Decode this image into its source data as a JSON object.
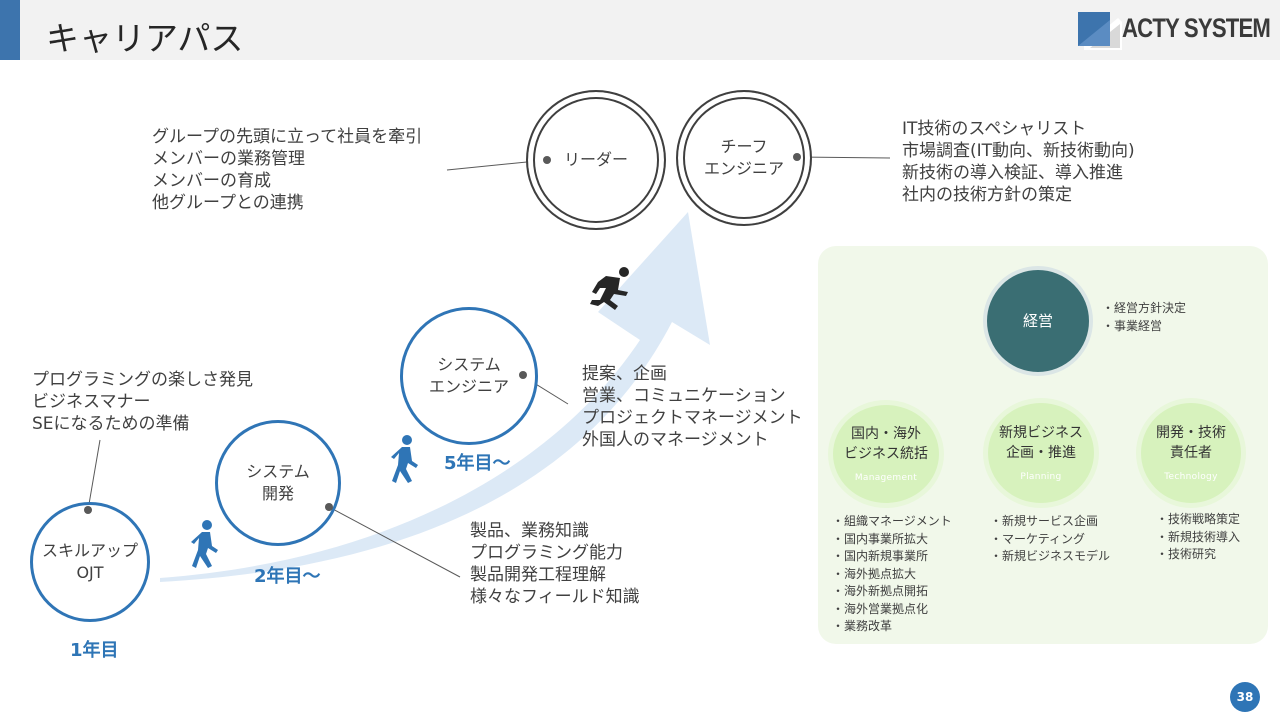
{
  "header": {
    "title": "キャリアパス",
    "logo_text": "ACTY SYSTEM"
  },
  "steps": [
    {
      "label_lines": [
        "スキルアップ",
        "OJT"
      ],
      "year": "1年目",
      "icon": "none"
    },
    {
      "label_lines": [
        "システム",
        "開発"
      ],
      "year": "2年目～",
      "icon": "walking-person-icon"
    },
    {
      "label_lines": [
        "システム",
        "エンジニア"
      ],
      "year": "5年目～",
      "icon": "walking-person-icon"
    }
  ],
  "notes": {
    "skillup": [
      "プログラミングの楽しさ発見",
      "ビジネスマナー",
      "SEになるための準備"
    ],
    "dev": [
      "製品、業務知識",
      "プログラミング能力",
      "製品開発工程理解",
      "様々なフィールド知識"
    ],
    "se": [
      "提案、企画",
      "営業、コミュニケーション",
      "プロジェクトマネージメント",
      "外国人のマネージメント"
    ],
    "leader": [
      "グループの先頭に立って社員を牽引",
      "メンバーの業務管理",
      "メンバーの育成",
      "他グループとの連携"
    ],
    "chief": [
      "IT技術のスペシャリスト",
      "市場調査(IT動向、新技術動向)",
      "新技術の導入検証、導入推進",
      "社内の技術方針の策定"
    ]
  },
  "top_roles": {
    "leader": "リーダー",
    "chief_lines": [
      "チーフ",
      "エンジニア"
    ]
  },
  "management": {
    "exec": {
      "label": "経営",
      "notes": [
        "・経営方針決定",
        "・事業経営"
      ]
    },
    "branches": [
      {
        "lines": [
          "国内・海外",
          "ビジネス統括"
        ],
        "en": "Management",
        "notes": [
          "・組織マネージメント",
          "・国内事業所拡大",
          "・国内新規事業所",
          "・海外拠点拡大",
          "・海外新拠点開拓",
          "・海外営業拠点化",
          "・業務改革"
        ]
      },
      {
        "lines": [
          "新規ビジネス",
          "企画・推進"
        ],
        "en": "Planning",
        "notes": [
          "・新規サービス企画",
          "・マーケティング",
          "・新規ビジネスモデル"
        ]
      },
      {
        "lines": [
          "開発・技術",
          "責任者"
        ],
        "en": "Technology",
        "notes": [
          "・技術戦略策定",
          "・新規技術導入",
          "・技術研究"
        ]
      }
    ]
  },
  "page_number": "38",
  "colors": {
    "accent": "#2e75b6",
    "header_bg": "#f2f2f2",
    "panel_bg": "#f1f8ea",
    "exec_bg": "#3a6e73",
    "arrow": "#dce9f6"
  }
}
